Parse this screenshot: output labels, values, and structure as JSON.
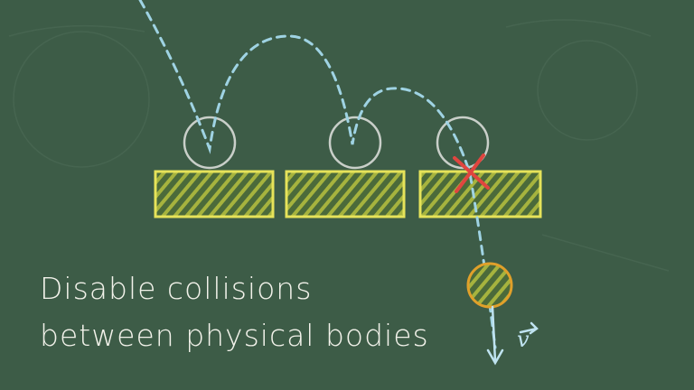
{
  "caption": {
    "line1": "Disable collisions",
    "line2": "between physical bodies"
  },
  "velocity_label": "v",
  "colors": {
    "board": "#3d5c47",
    "platform": "#e6e35a",
    "trajectory": "#9fd3e3",
    "ball": "#c9cfc9",
    "falling_ball": "#e0a02a",
    "cross": "#e0453f",
    "text": "#f2f2ea"
  }
}
